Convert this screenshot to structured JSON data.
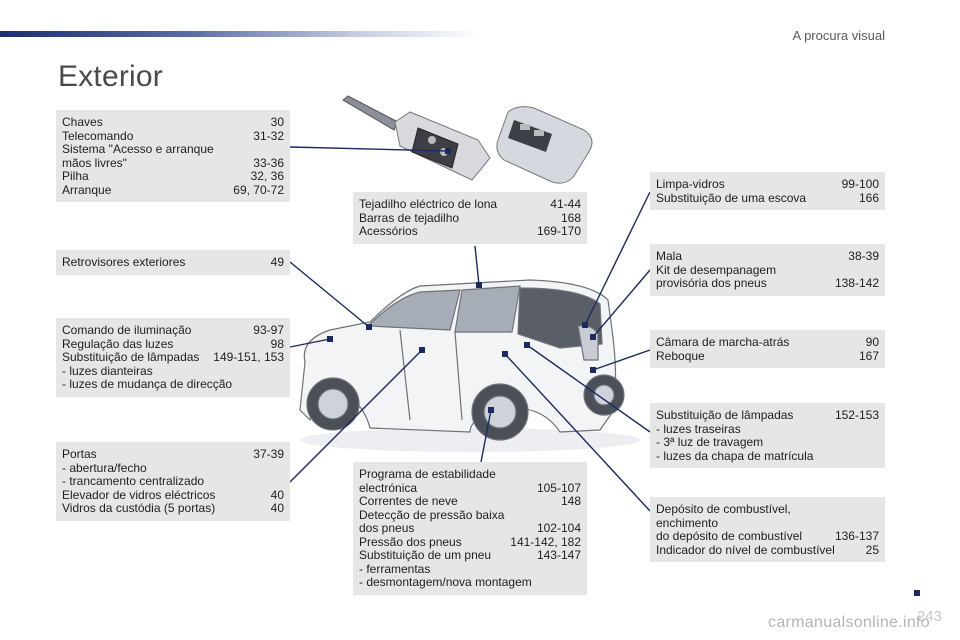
{
  "header": {
    "section": "A procura visual",
    "title": "Exterior"
  },
  "page_number": "243",
  "watermark": "carmanualsonline.info",
  "colors": {
    "accent": "#1c2a5e",
    "box_bg": "#e6e6e6"
  },
  "boxes": {
    "keys": [
      {
        "label": "Chaves",
        "page": "30"
      },
      {
        "label": "Telecomando",
        "page": "31-32"
      },
      {
        "label": "Sistema \"Acesso e arranque\n   mãos livres\"",
        "page": "33-36"
      },
      {
        "label": "Pilha",
        "page": "32, 36"
      },
      {
        "label": "Arranque",
        "page": "69, 70-72"
      }
    ],
    "mirrors": [
      {
        "label": "Retrovisores exteriores",
        "page": "49"
      }
    ],
    "lighting": [
      {
        "label": "Comando de iluminação",
        "page": "93-97"
      },
      {
        "label": "Regulação das luzes",
        "page": "98"
      },
      {
        "label": "Substituição de lâmpadas",
        "page": "149-151, 153"
      },
      {
        "label": "-   luzes dianteiras",
        "page": ""
      },
      {
        "label": "-   luzes de mudança de direcção",
        "page": ""
      }
    ],
    "doors": [
      {
        "label": "Portas",
        "page": "37-39"
      },
      {
        "label": "-   abertura/fecho",
        "page": ""
      },
      {
        "label": "-   trancamento centralizado",
        "page": ""
      },
      {
        "label": "Elevador de vidros eléctricos",
        "page": "40"
      },
      {
        "label": "Vidros da custódia (5 portas)",
        "page": "40"
      }
    ],
    "roof": [
      {
        "label": "Tejadilho eléctrico de lona",
        "page": "41-44"
      },
      {
        "label": "Barras de tejadilho",
        "page": "168"
      },
      {
        "label": "Acessórios",
        "page": "169-170"
      }
    ],
    "stability": [
      {
        "label": "Programa de estabilidade\n   electrónica",
        "page": "105-107"
      },
      {
        "label": "Correntes de neve",
        "page": "148"
      },
      {
        "label": "Detecção de pressão baixa\n   dos pneus",
        "page": "102-104"
      },
      {
        "label": "Pressão dos pneus",
        "page": "141-142, 182"
      },
      {
        "label": "Substituição de um pneu",
        "page": "143-147"
      },
      {
        "label": "-   ferramentas",
        "page": ""
      },
      {
        "label": "-   desmontagem/nova montagem",
        "page": ""
      }
    ],
    "wipers": [
      {
        "label": "Limpa-vidros",
        "page": "99-100"
      },
      {
        "label": "Substituição de uma escova",
        "page": "166"
      }
    ],
    "boot": [
      {
        "label": "Mala",
        "page": "38-39"
      },
      {
        "label": "Kit de desempanagem\n   provisória dos pneus",
        "page": "138-142"
      }
    ],
    "camera": [
      {
        "label": "Câmara de marcha-atrás",
        "page": "90"
      },
      {
        "label": "Reboque",
        "page": "167"
      }
    ],
    "rearlamps": [
      {
        "label": "Substituição de lâmpadas",
        "page": "152-153"
      },
      {
        "label": "-   luzes traseiras",
        "page": ""
      },
      {
        "label": "-   3ª luz de travagem",
        "page": ""
      },
      {
        "label": "-   luzes da chapa de matrícula",
        "page": ""
      }
    ],
    "fuel": [
      {
        "label": "Depósito de combustível, enchimento\n   do depósito de combustível",
        "page": "136-137"
      },
      {
        "label": "Indicador do nível de combustível",
        "page": "25"
      }
    ]
  }
}
